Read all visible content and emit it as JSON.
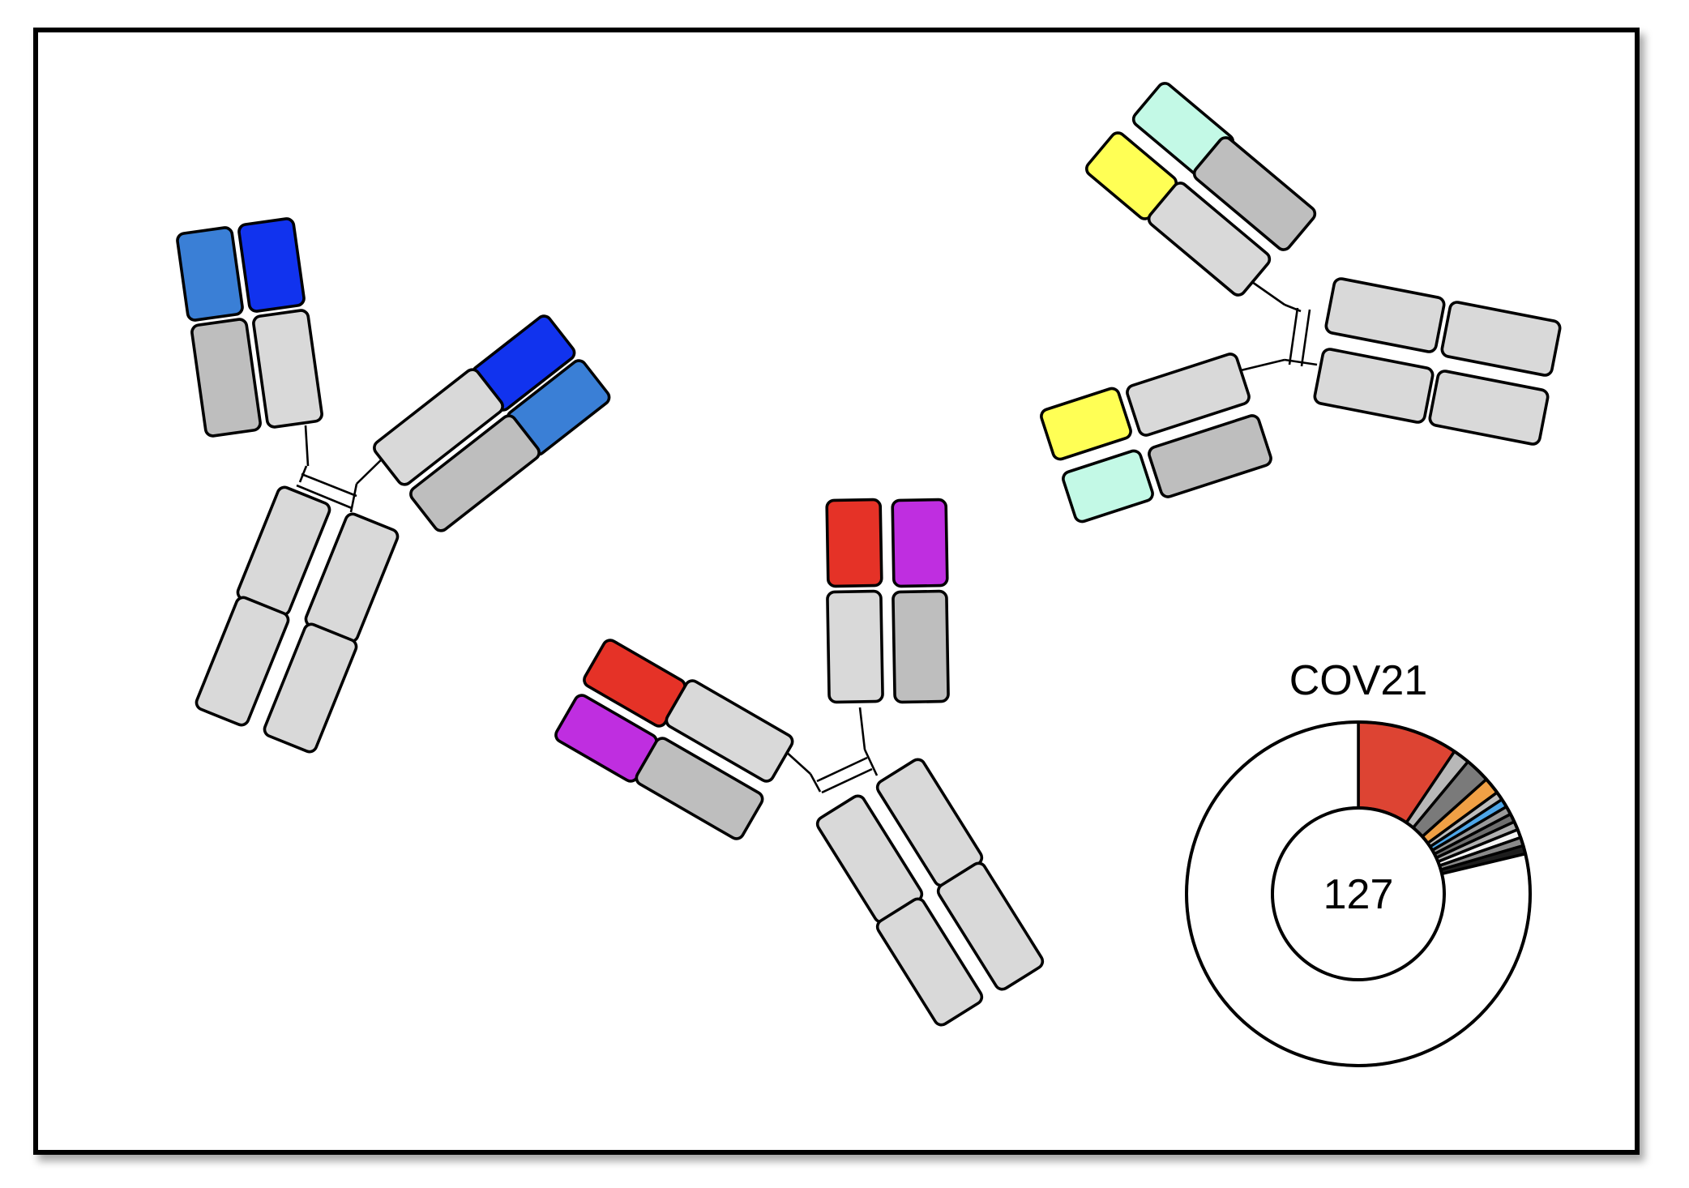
{
  "panel": {
    "title": "COV21",
    "center_count": "127"
  },
  "palette": {
    "constant_light": "#d9d9d9",
    "constant_dark": "#bebebe",
    "antibody1_heavy_variable": "#1133ee",
    "antibody1_light_variable": "#3a7fd6",
    "antibody2_heavy_variable": "#e53227",
    "antibody2_light_variable": "#bf2ee0",
    "antibody3_heavy_variable": "#c3f9e6",
    "antibody3_light_variable": "#ffff55"
  },
  "antibodies": [
    {
      "name": "antibody-blue",
      "heavy_variable_color": "#1133ee",
      "light_variable_color": "#3a7fd6"
    },
    {
      "name": "antibody-red-purple",
      "heavy_variable_color": "#e53227",
      "light_variable_color": "#bf2ee0"
    },
    {
      "name": "antibody-mint-yellow",
      "heavy_variable_color": "#c3f9e6",
      "light_variable_color": "#ffff55"
    }
  ],
  "chart_data": {
    "type": "pie",
    "donut": true,
    "title": "COV21",
    "center_label": "127",
    "start": "top",
    "direction": "clockwise",
    "slices": [
      {
        "value": 12,
        "color": "#dd4433"
      },
      {
        "value": 2,
        "color": "#b8b8b8"
      },
      {
        "value": 3,
        "color": "#7a7a7a"
      },
      {
        "value": 2,
        "color": "#f0a045"
      },
      {
        "value": 1,
        "color": "#bdbdbd"
      },
      {
        "value": 1,
        "color": "#4ea6e8"
      },
      {
        "value": 1,
        "color": "#9a9a9a"
      },
      {
        "value": 1,
        "color": "#6e6e6e"
      },
      {
        "value": 1,
        "color": "#b0b0b0"
      },
      {
        "value": 1,
        "color": "#f4f4f4"
      },
      {
        "value": 1,
        "color": "#8a8a8a"
      },
      {
        "value": 1,
        "color": "#1e1e1e"
      },
      {
        "value": 100,
        "color": "#ffffff"
      }
    ]
  }
}
